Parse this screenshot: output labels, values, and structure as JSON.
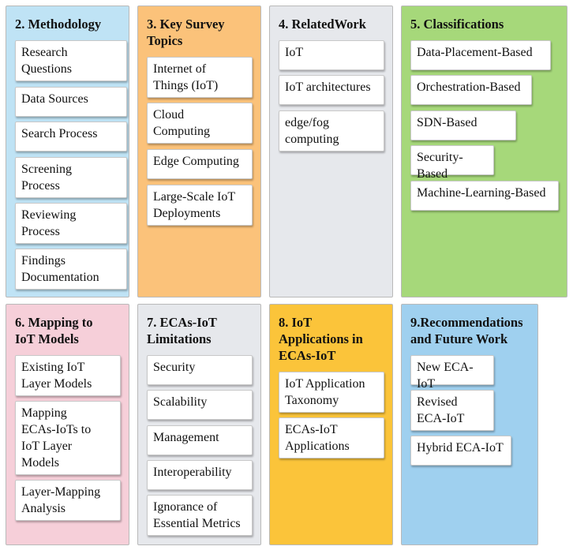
{
  "colors": {
    "methodology": "#bfe3f5",
    "key_topics": "#fbc27a",
    "related_work": "#e6e8ec",
    "classifications": "#a6d87a",
    "mapping": "#f6cfd9",
    "limitations": "#e6e8ec",
    "applications": "#fbc43a",
    "recommendations": "#9fd0ef"
  },
  "sections": {
    "methodology": {
      "title": "2. Methodology",
      "items": [
        "Research\nQuestions",
        "Data Sources",
        "Search Process",
        "Screening\nProcess",
        "Reviewing\nProcess",
        "Findings\nDocumentation"
      ]
    },
    "key_topics": {
      "title": "3. Key Survey\nTopics",
      "items": [
        "Internet of\nThings (IoT)",
        "Cloud\nComputing",
        "Edge Computing",
        "Large-Scale IoT\nDeployments"
      ]
    },
    "related_work": {
      "title": "4. RelatedWork",
      "items": [
        "IoT",
        "IoT architectures",
        "edge/fog\ncomputing"
      ]
    },
    "classifications": {
      "title": "5. Classifications",
      "items": [
        "Data-Placement-Based",
        "Orchestration-Based",
        "SDN-Based",
        "Security-Based",
        "Machine-Learning-Based"
      ]
    },
    "mapping": {
      "title": "6. Mapping to\nIoT Models",
      "items": [
        "Existing IoT\nLayer Models",
        "Mapping\nECAs-IoTs to\nIoT Layer\nModels",
        "Layer-Mapping\nAnalysis"
      ]
    },
    "limitations": {
      "title": "7. ECAs-IoT\nLimitations",
      "items": [
        "Security",
        "Scalability",
        "Management",
        "Interoperability",
        "Ignorance of\nEssential Metrics"
      ]
    },
    "applications": {
      "title": "8. IoT\nApplications in\nECAs-IoT",
      "items": [
        "IoT Application\nTaxonomy",
        "ECAs-IoT\nApplications"
      ]
    },
    "recommendations": {
      "title": "9.Recommendations\nand Future Work",
      "items": [
        "New ECA-IoT",
        "Revised\nECA-IoT",
        "Hybrid ECA-IoT"
      ]
    }
  }
}
